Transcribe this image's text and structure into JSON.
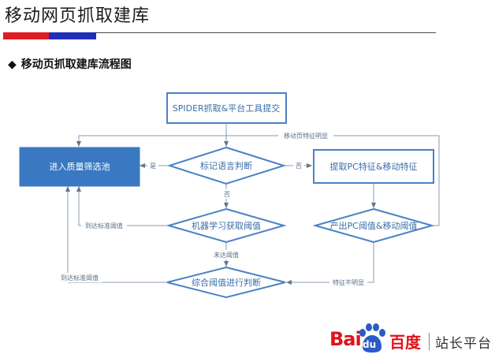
{
  "header": {
    "title": "移动网页抓取建库",
    "subtitle": "移动页抓取建库流程图",
    "bullet": "◆",
    "accent_colors": {
      "red": "#e01b24",
      "blue": "#1f2fb8"
    }
  },
  "flowchart": {
    "nodes": {
      "submit": "SPIDER抓取&平台工具提交",
      "library": "进入质量筛选池",
      "tag_lang": "标记语言判断",
      "extract": "提取PC特征&移动特征",
      "ml": "机器学习获取阈值",
      "pc_threshold": "产出PC阈值&移动阈值",
      "combined": "综合阈值进行判断"
    },
    "edges": {
      "yes": "是",
      "no_right": "否",
      "no_down": "否",
      "mobile_clear": "移动页特征明显",
      "reach_std_1": "到达标准阈值",
      "not_reach": "未达阈值",
      "reach_std_2": "到达标准阈值",
      "unclear": "特征不明显"
    },
    "colors": {
      "primary": "#3a78c2",
      "stroke": "#4a82c4",
      "arrow": "#5d7694"
    }
  },
  "logo": {
    "bai": "Bai",
    "du": "du",
    "baidu_cn": "百度",
    "product": "站长平台",
    "paw_color": "#2a59c9",
    "text_color": "#e0121b"
  }
}
